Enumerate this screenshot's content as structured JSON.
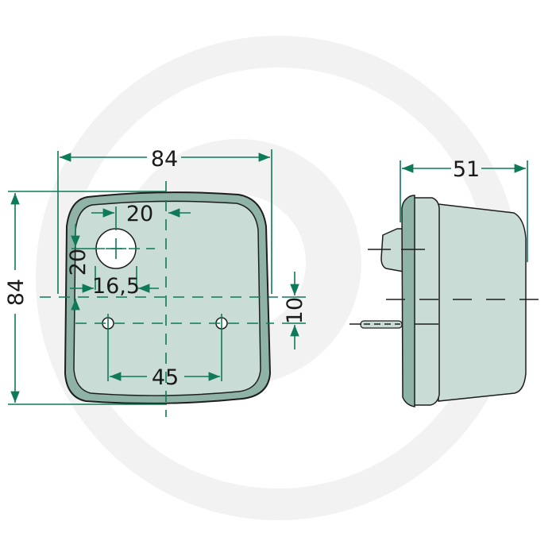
{
  "diagram": {
    "subject": "square lamp, front and side views with dimensions",
    "colors": {
      "dimension_line": "#0e7a5a",
      "body_fill": "#c9dcd6",
      "rim_fill": "#8fb3a6",
      "outline": "#1e1e1e",
      "watermark": "#f1f1f1"
    },
    "front_view": {
      "width_label": "84",
      "height_label": "84",
      "hole_offset_x_label": "20",
      "hole_offset_y_label": "20",
      "hole_diameter_label": "16,5",
      "mount_spacing_label": "45",
      "mount_offset_label": "10"
    },
    "side_view": {
      "depth_label": "51"
    }
  }
}
